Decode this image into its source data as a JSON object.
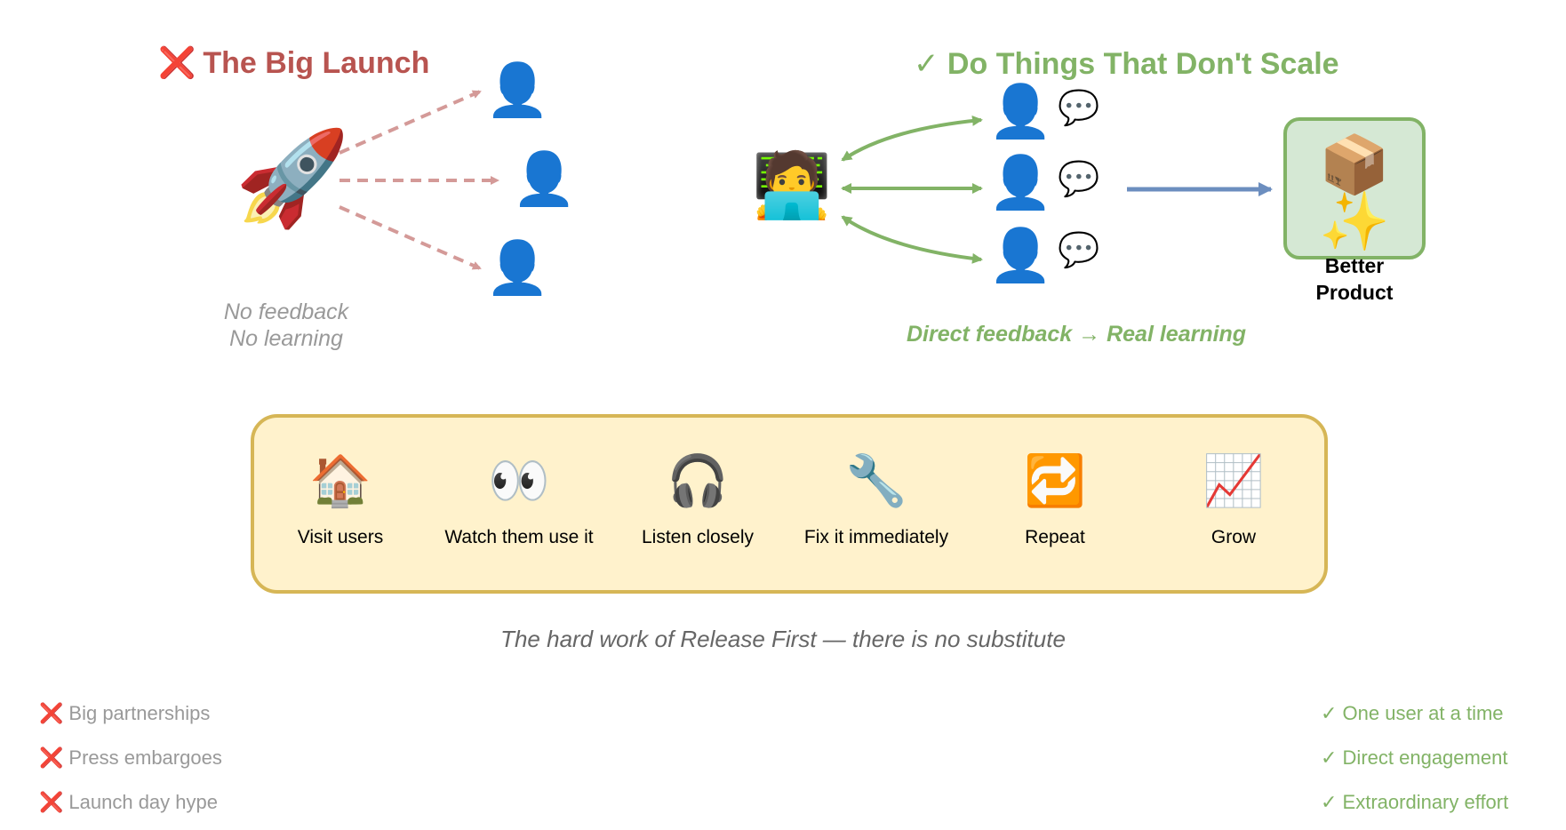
{
  "left_panel": {
    "title_icon": "❌",
    "title": "The Big Launch",
    "rocket_icon": "🚀",
    "user_icon": "👤",
    "caption_line1": "No feedback",
    "caption_line2": "No learning"
  },
  "right_panel": {
    "title": "✓ Do Things That Don't Scale",
    "founder_icon": "🧑‍💻",
    "user_icon": "👤",
    "speech_icon": "💬",
    "result_icon": "📦✨",
    "result_line1": "Better",
    "result_line2": "Product",
    "caption": "Direct feedback → Real learning"
  },
  "process": {
    "steps": [
      {
        "icon": "🏠",
        "label": "Visit users"
      },
      {
        "icon": "👀",
        "label": "Watch them use it"
      },
      {
        "icon": "🎧",
        "label": "Listen closely"
      },
      {
        "icon": "🔧",
        "label": "Fix it immediately"
      },
      {
        "icon": "🔁",
        "label": "Repeat"
      },
      {
        "icon": "📈",
        "label": "Grow"
      }
    ]
  },
  "tagline": "The hard work of Release First — there is no substitute",
  "bad_list": {
    "icon": "❌",
    "items": [
      "Big partnerships",
      "Press embargoes",
      "Launch day hype"
    ]
  },
  "good_list": {
    "items": [
      "✓ One user at a time",
      "✓ Direct engagement",
      "✓ Extraordinary effort"
    ]
  },
  "colors": {
    "red_title": "#b85450",
    "red_arrow": "#d49a98",
    "green": "#82b366",
    "blue_arrow": "#6c8ebf",
    "process_fill": "#fff2cc",
    "process_border": "#d6b656",
    "box_fill": "#d5e8d4"
  }
}
